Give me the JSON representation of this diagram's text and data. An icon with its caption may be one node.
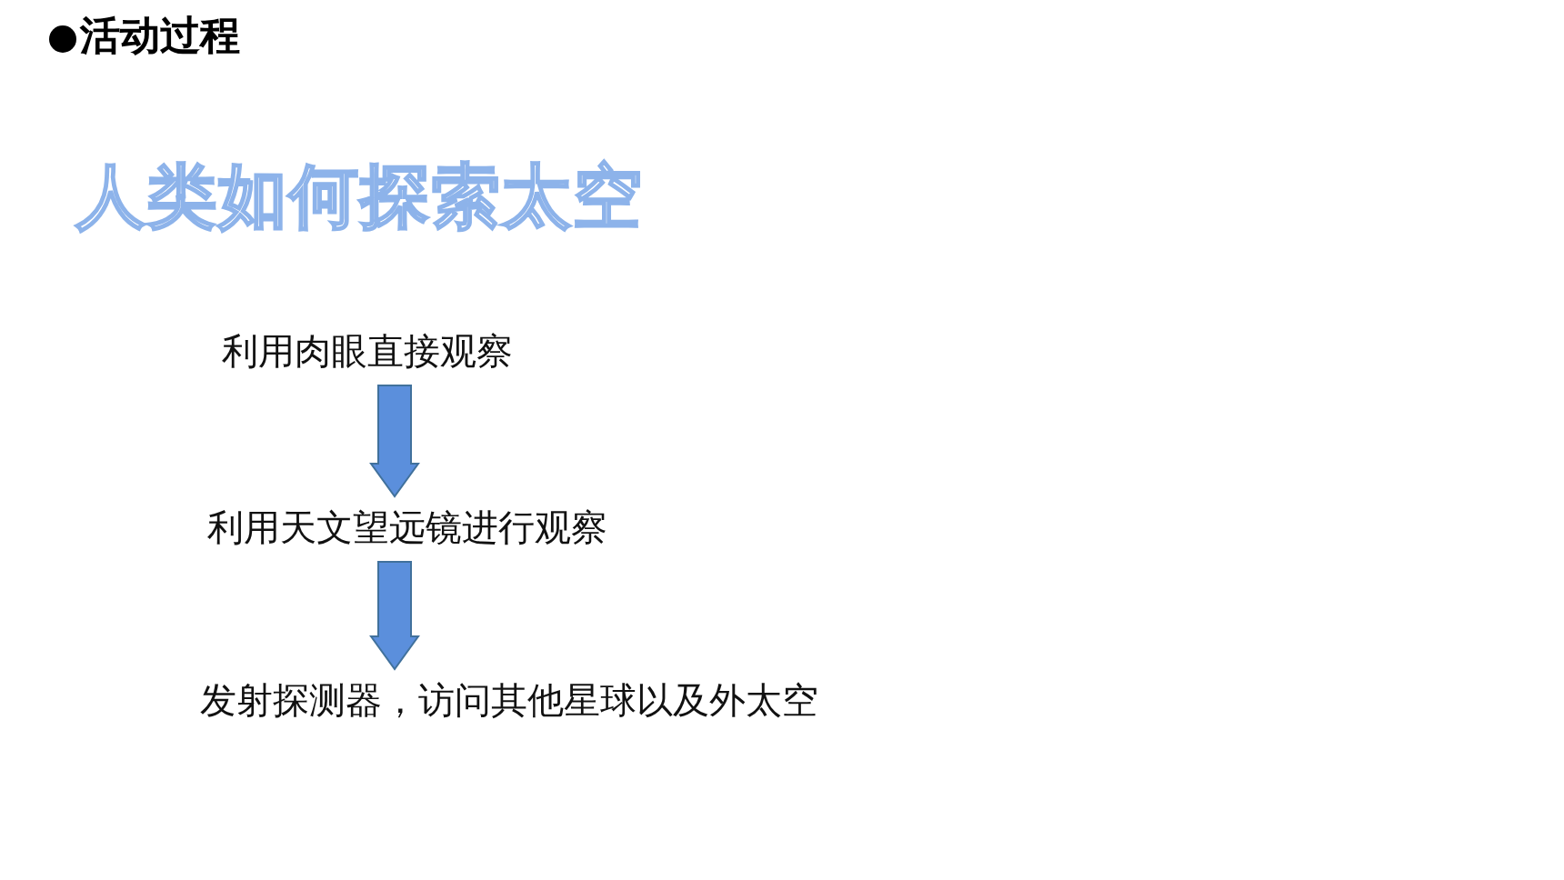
{
  "diagram": {
    "title": "活动过程",
    "nodes": [
      {
        "text": [
          "利用肉眼直接观察"
        ]
      },
      {
        "text": [
          "利用天文望远镜进行观察"
        ]
      },
      {
        "text": [
          "发射探测器，访问其他星球以及外太空"
        ]
      }
    ],
    "edges": [
      {
        "from": 0,
        "to": 1,
        "arrow": "to"
      },
      {
        "from": 1,
        "to": 2,
        "arrow": "to"
      }
    ],
    "labels": [
      "人类如何探索太空"
    ]
  }
}
